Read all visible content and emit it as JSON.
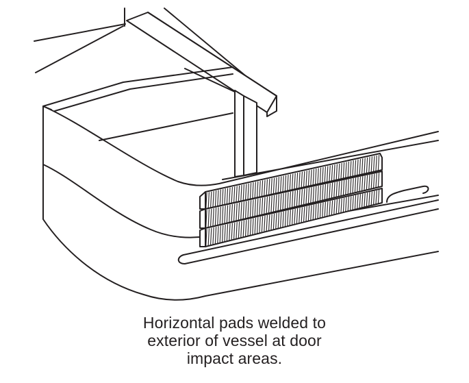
{
  "figure": {
    "caption_lines": [
      "Horizontal pads welded to",
      "exterior of vessel at door",
      "impact areas."
    ]
  }
}
